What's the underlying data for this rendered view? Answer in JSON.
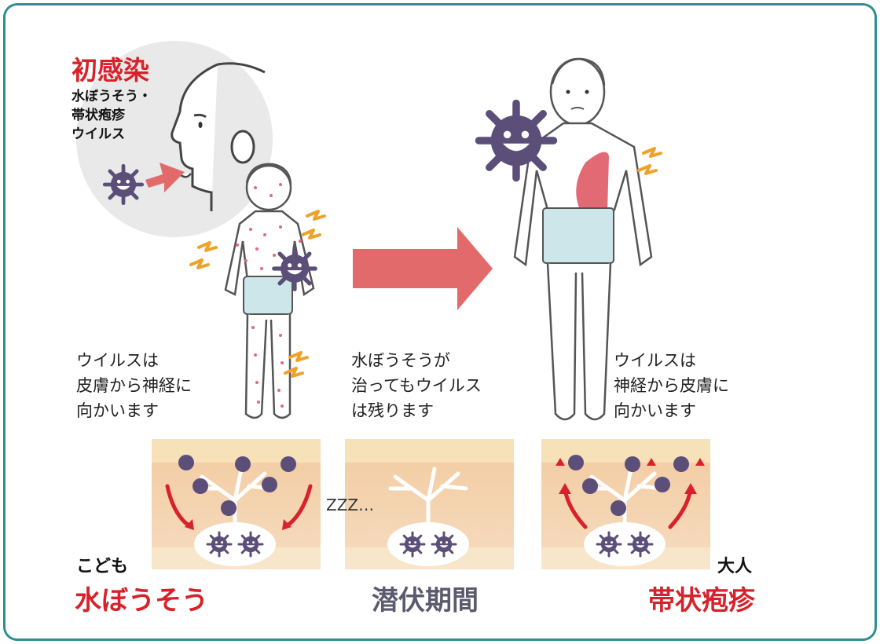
{
  "colors": {
    "border": "#2f8f8f",
    "accent_red": "#d8222b",
    "virus": "#5b4f7a",
    "arrow": "#e36a6a",
    "shorts": "#cde6ea",
    "skin": "#f3d4b4",
    "rash": "#e26a74"
  },
  "initial_infection": {
    "title": "初感染",
    "virus_label": "水ぼうそう・\n帯状疱疹\nウイルス"
  },
  "captions": {
    "child": "ウイルスは\n皮膚から神経に\n向かいます",
    "latent": "水ぼうそうが\n治ってもウイルス\nは残ります",
    "adult": "ウイルスは\n神経から皮膚に\n向かいます"
  },
  "sleep_text": "ZZZ…",
  "labels": {
    "child": "こども",
    "chickenpox": "水ぼうそう",
    "latent_period": "潜伏期間",
    "adult": "大人",
    "shingles": "帯状疱疹"
  }
}
